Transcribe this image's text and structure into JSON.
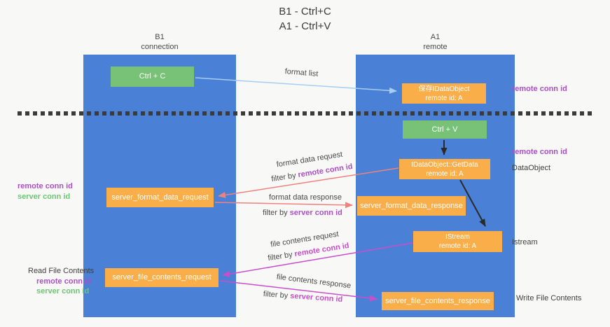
{
  "title": {
    "line1": "B1 - Ctrl+C",
    "line2": "A1 - Ctrl+V"
  },
  "lanes": {
    "left": {
      "name": "B1",
      "role": "connection"
    },
    "right": {
      "name": "A1",
      "role": "remote"
    }
  },
  "boxes": {
    "ctrl_c": {
      "label": "Ctrl + C"
    },
    "save_idataobject": {
      "line1": "保存IDataObject",
      "line2": "remote id: A"
    },
    "ctrl_v": {
      "label": "Ctrl + V"
    },
    "idataobject_getdata": {
      "line1": "IDataObject::GetData",
      "line2": "remote id: A"
    },
    "server_format_data_request": {
      "label": "server_format_data_request"
    },
    "server_format_data_response": {
      "label": "server_format_data_response"
    },
    "istream": {
      "line1": "IStream",
      "line2": "remote id: A"
    },
    "server_file_contents_request": {
      "label": "server_file_contents_request"
    },
    "server_file_contents_response": {
      "label": "server_file_contents_response"
    }
  },
  "arrow_labels": {
    "format_list": "format list",
    "format_data_request": "format data request",
    "format_data_response": "format data response",
    "file_contents_request": "file contents request",
    "file_contents_response": "file contents response",
    "filter_by": "filter by ",
    "remote_conn_id": "remote conn id",
    "server_conn_id": "server conn id"
  },
  "annotations": {
    "left_mid_remote": "remote conn id",
    "left_mid_server": "server conn id",
    "read_file_contents": "Read File Contents",
    "left_bottom_remote": "remote conn id",
    "left_bottom_server": "server conn id",
    "right_remote_1": "remote conn id",
    "right_remote_2": "remote conn id",
    "dataobject": "DataObject",
    "istream": "Istream",
    "write_file_contents": "Write File Contents"
  },
  "colors": {
    "lane_blue": "#4a80d6",
    "box_green": "#77c277",
    "box_orange": "#f9ae49",
    "arrow_light_blue": "#a6cdf2",
    "arrow_black": "#2a2a2a",
    "arrow_salmon": "#ef827d",
    "arrow_magenta": "#c94fc9",
    "text_purple": "#ab50c4",
    "text_green": "#6fc573",
    "divider_dark": "#3b3b3b"
  }
}
